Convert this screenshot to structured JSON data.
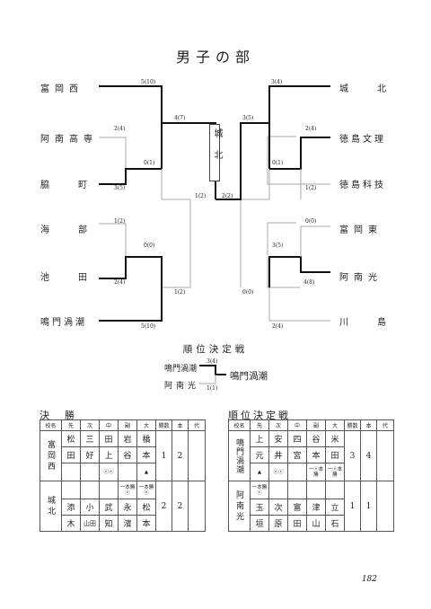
{
  "title": "男子の部",
  "bracket": {
    "left_teams": [
      "富岡西",
      "阿南高専",
      "脇町",
      "海部",
      "池田",
      "鳴門渦潮"
    ],
    "right_teams": [
      "城北",
      "徳島文理",
      "徳島科技",
      "富岡東",
      "阿南光",
      "川島"
    ],
    "champion": "城北",
    "scores": {
      "l1": "5(10)",
      "l2": "2(4)",
      "l3": "0(1)",
      "l4": "3(5)",
      "l5": "4(7)",
      "l6": "1(2)",
      "l7": "0(0)",
      "l8": "2(4)",
      "l9": "1(2)",
      "l10": "5(10)",
      "cl": "1(2)",
      "cr": "2(2)",
      "r1": "3(4)",
      "r2": "2(4)",
      "r3": "0(1)",
      "r4": "3(5)",
      "r5": "1(2)",
      "r6": "0(0)",
      "r7": "3(5)",
      "r8": "4(8)",
      "r9": "0(0)",
      "r10": "2(4)"
    }
  },
  "placement": {
    "heading": "順位決定戦",
    "team_top": "鳴門渦潮",
    "team_bottom": "阿南光",
    "score_top": "3(4)",
    "score_bottom": "1(1)",
    "winner": "鳴門渦潮"
  },
  "final_table": {
    "heading": "決　勝",
    "headers": [
      "校名",
      "先",
      "次",
      "中",
      "副",
      "大",
      "勝数",
      "本",
      "代"
    ],
    "team1": {
      "school": "富岡西",
      "row1": [
        "松",
        "三",
        "田",
        "岩",
        "橋"
      ],
      "row2": [
        "田",
        "好",
        "上",
        "谷",
        "本"
      ],
      "marks": [
        "",
        "",
        "ⓔⓔ",
        "",
        "▲"
      ],
      "wins": "1",
      "points": "2"
    },
    "team2": {
      "school": "城北",
      "marks": [
        "",
        "",
        "",
        "一本勝ⓔ",
        "一本勝ⓔ"
      ],
      "row1": [
        "添",
        "小",
        "武",
        "永",
        "松"
      ],
      "row2": [
        "木",
        "山田",
        "知",
        "濱",
        "本"
      ],
      "wins": "2",
      "points": "2"
    }
  },
  "rank_table": {
    "heading": "順位決定戦",
    "headers": [
      "校名",
      "先",
      "次",
      "中",
      "副",
      "大",
      "勝数",
      "本",
      "代"
    ],
    "team1": {
      "school": "鳴門渦潮",
      "row1": [
        "上",
        "安",
        "四",
        "谷",
        "米"
      ],
      "row2": [
        "元",
        "井",
        "宮",
        "本",
        "田"
      ],
      "marks": [
        "▲",
        "ⓔⓔ",
        "",
        "一ⓔ本勝",
        "一ⓔ本勝"
      ],
      "wins": "3",
      "points": "4"
    },
    "team2": {
      "school": "阿南光",
      "marks": [
        "一本勝ⓔ",
        "",
        "",
        "",
        ""
      ],
      "row1": [
        "玉",
        "次",
        "富",
        "津",
        "立"
      ],
      "row2": [
        "垣",
        "原",
        "田",
        "山",
        "石"
      ],
      "wins": "1",
      "points": "1"
    }
  },
  "page_number": "182"
}
